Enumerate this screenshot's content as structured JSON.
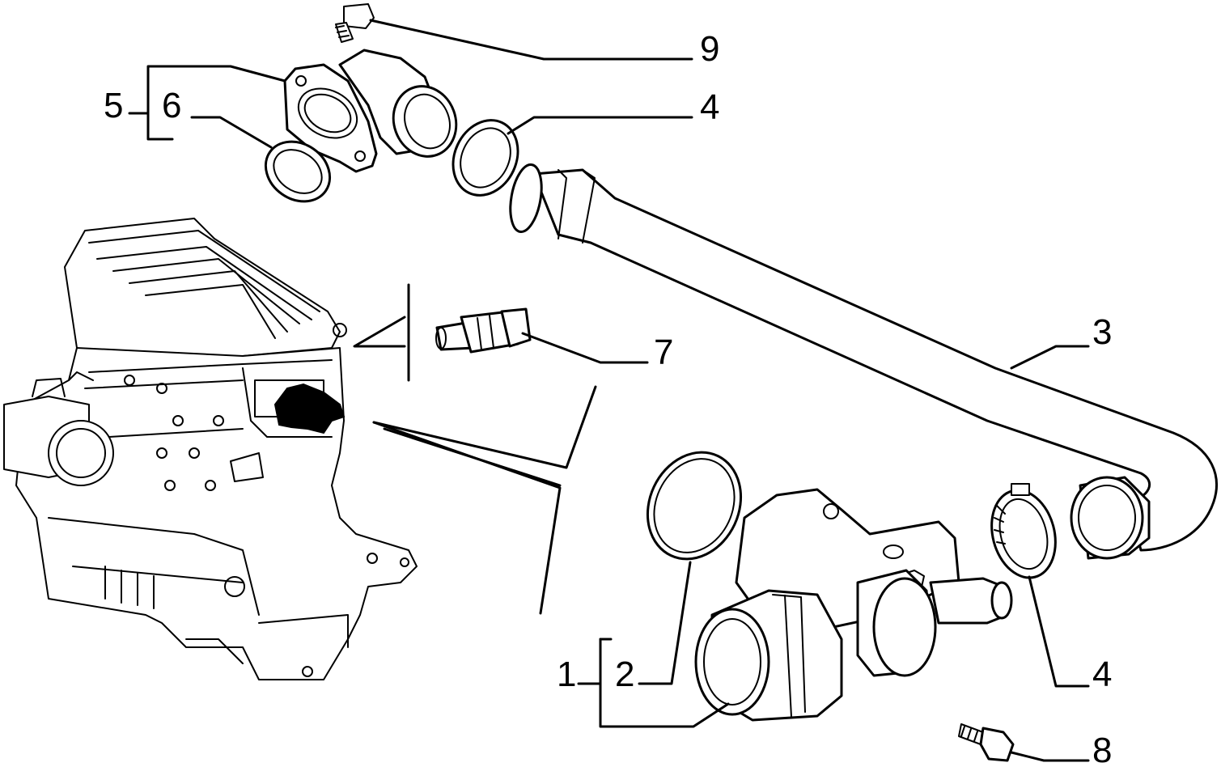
{
  "callouts": {
    "c1": "1",
    "c2": "2",
    "c3": "3",
    "c4_top": "4",
    "c4_bottom": "4",
    "c5": "5",
    "c6": "6",
    "c7": "7",
    "c8": "8",
    "c9": "9"
  }
}
